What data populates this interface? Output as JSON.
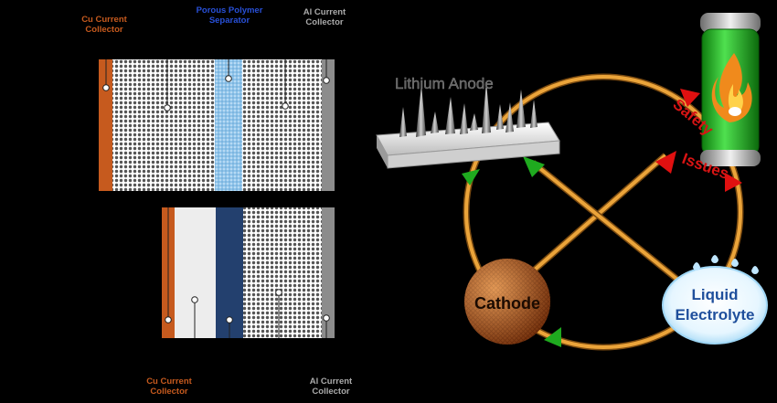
{
  "left": {
    "top_labels": {
      "cu": "Cu Current\nCollector",
      "separator": "Porous Polymer\nSeparator",
      "al": "Al Current\nCollector"
    },
    "bottom_labels": {
      "cu": "Cu Current\nCollector",
      "al": "Al Current\nCollector"
    }
  },
  "right": {
    "lithium_anode": "Lithium Anode",
    "safety": "Safety",
    "issues": "Issues",
    "cathode": "Cathode",
    "liquid": "Liquid",
    "electrolyte": "Electrolyte"
  },
  "colors": {
    "copper": "#c65a1e",
    "separator": "#8fc4ea",
    "solid_electrolyte": "#23406e",
    "aluminum": "#8c8c8c",
    "ring": "#e8a030",
    "arrow": "#1faa1f",
    "red_arrow": "#e01010",
    "battery": "#2dcc2d"
  }
}
